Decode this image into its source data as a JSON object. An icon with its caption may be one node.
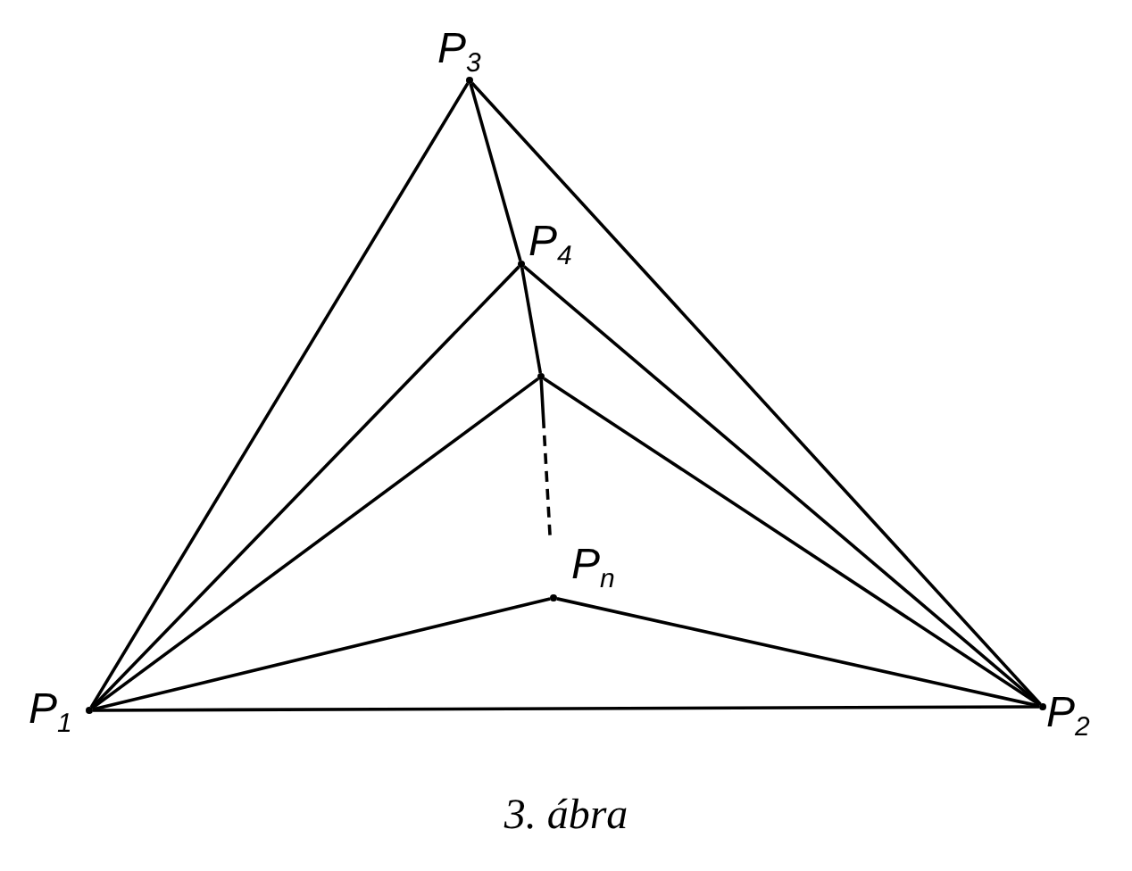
{
  "diagram": {
    "caption": "3. ábra",
    "nodes": [
      {
        "text": [],
        "shape": "point",
        "beside": [
          "P$_{3}$"
        ]
      },
      {
        "text": [],
        "shape": "point",
        "beside": [
          "P$_{4}$"
        ]
      },
      {
        "text": [],
        "shape": "point"
      },
      {
        "text": [],
        "shape": "point",
        "beside": [
          "P$_{n}$"
        ]
      },
      {
        "text": [],
        "shape": "point",
        "beside": [
          "P$_{1}$"
        ]
      },
      {
        "text": [],
        "shape": "point",
        "beside": [
          "P$_{2}$"
        ]
      }
    ],
    "edges": [
      {
        "from": 4,
        "to": 5,
        "arrow": "none"
      },
      {
        "from": 4,
        "to": 0,
        "arrow": "none"
      },
      {
        "from": 0,
        "to": 5,
        "arrow": "none"
      },
      {
        "from": 4,
        "to": 1,
        "arrow": "none"
      },
      {
        "from": 1,
        "to": 5,
        "arrow": "none"
      },
      {
        "from": 4,
        "to": 2,
        "arrow": "none"
      },
      {
        "from": 2,
        "to": 5,
        "arrow": "none"
      },
      {
        "from": 4,
        "to": 3,
        "arrow": "none"
      },
      {
        "from": 3,
        "to": 5,
        "arrow": "none"
      },
      {
        "from": 0,
        "to": 1,
        "arrow": "none"
      },
      {
        "from": 1,
        "to": 2,
        "arrow": "none"
      },
      {
        "from": 2,
        "to": 3,
        "arrow": "none",
        "style": "dashed"
      }
    ]
  }
}
